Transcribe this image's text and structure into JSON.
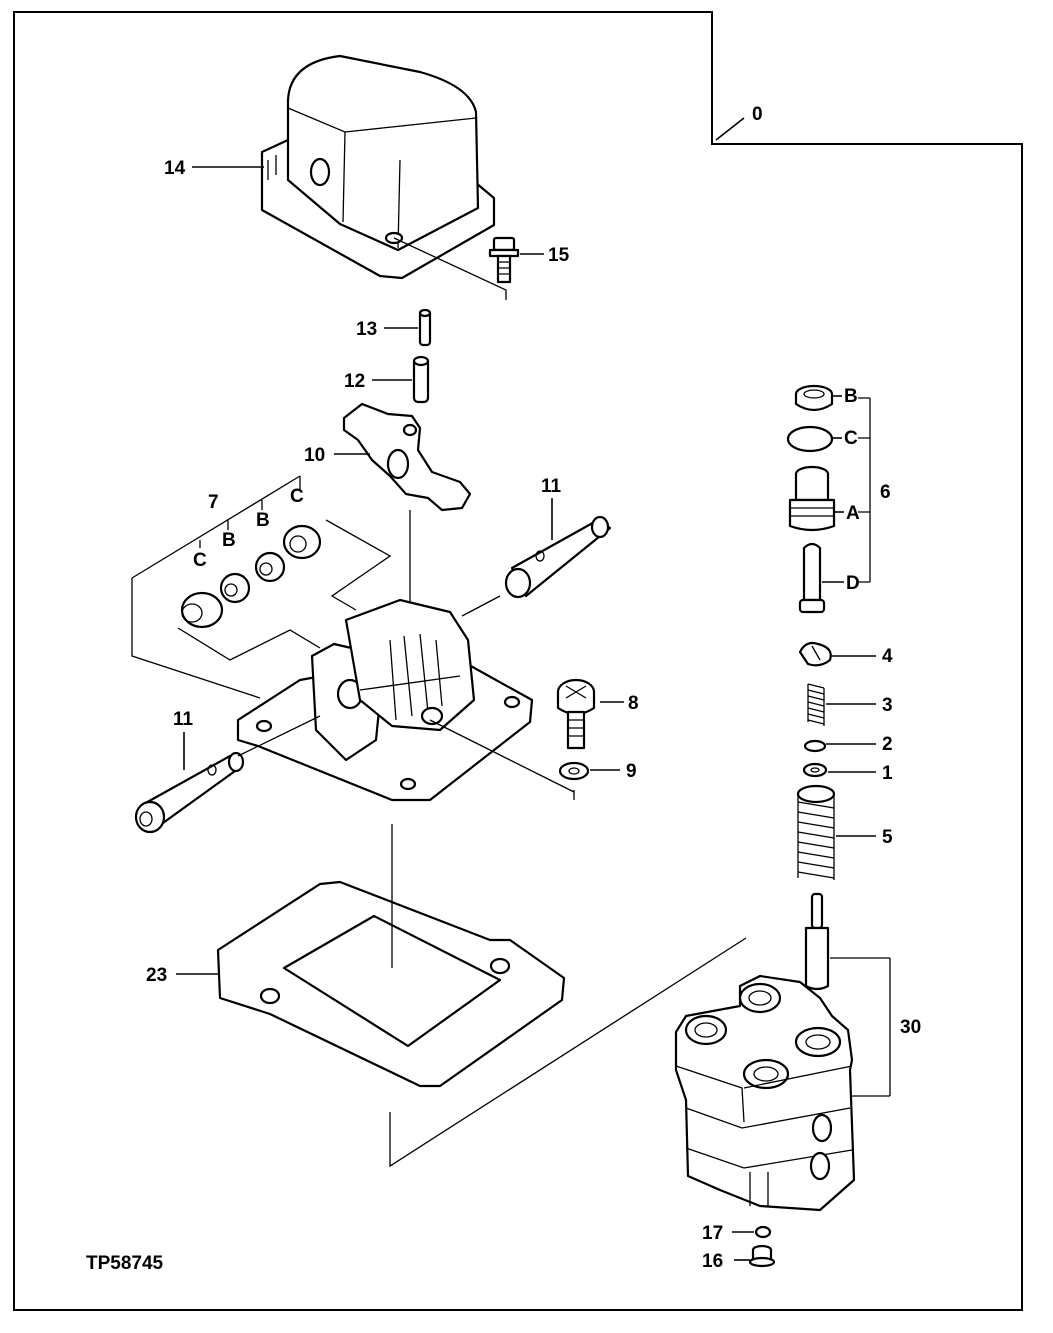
{
  "figure_id": "TP58745",
  "callouts": {
    "c0": "0",
    "c1": "1",
    "c2": "2",
    "c3": "3",
    "c4": "4",
    "c5": "5",
    "c6": "6",
    "c7": "7",
    "c8": "8",
    "c9": "9",
    "c10": "10",
    "c11a": "11",
    "c11b": "11",
    "c12": "12",
    "c13": "13",
    "c14": "14",
    "c15": "15",
    "c16": "16",
    "c17": "17",
    "c23": "23",
    "c30": "30"
  },
  "sub_labels": {
    "r_B": "B",
    "r_C": "C",
    "r_A": "A",
    "r_D": "D",
    "l_C1": "C",
    "l_B1": "B",
    "l_B2": "B",
    "l_C2": "C"
  }
}
